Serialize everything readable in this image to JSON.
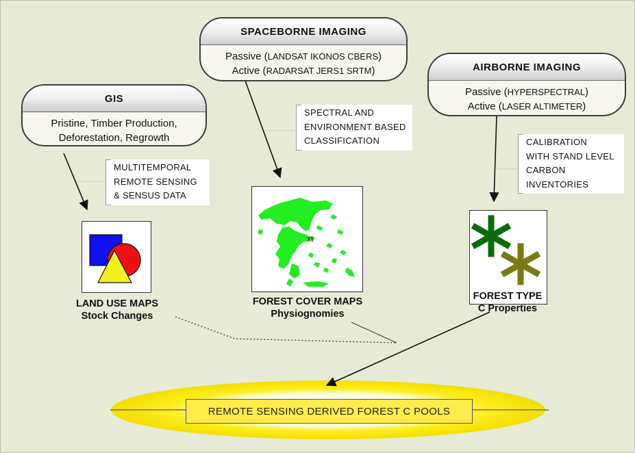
{
  "sources": [
    {
      "title": "GIS",
      "lines": [
        "Pristine, Timber Production,",
        "Deforestation, Regrowth"
      ]
    },
    {
      "title": "SPACEBORNE  IMAGING",
      "lines": [
        {
          "prefix": "Passive  (",
          "detail": "LANDSAT IKONOS CBERS",
          "suffix": ")"
        },
        {
          "prefix": "Active (",
          "detail": "RADARSAT JERS1 SRTM",
          "suffix": ")"
        }
      ]
    },
    {
      "title": "AIRBORNE  IMAGING",
      "lines": [
        {
          "prefix": "Passive (",
          "detail": "HYPERSPECTRAL",
          "suffix": ")"
        },
        {
          "prefix": "Active (",
          "detail": "LASER ALTIMETER",
          "suffix": ")"
        }
      ]
    }
  ],
  "notes": [
    [
      "MULTITEMPORAL",
      "REMOTE SENSING",
      "& SENSUS DATA"
    ],
    [
      "SPECTRAL AND",
      "ENVIRONMENT BASED",
      "CLASSIFICATION"
    ],
    [
      "CALIBRATION",
      "WITH STAND LEVEL",
      "CARBON",
      "INVENTORIES"
    ]
  ],
  "products": [
    {
      "title": "LAND USE MAPS",
      "subtitle": "Stock Changes"
    },
    {
      "title": "FOREST COVER MAPS",
      "subtitle": "Physiognomies"
    },
    {
      "title": "FOREST TYPE",
      "subtitle": "C Properties"
    }
  ],
  "map_label": "xt",
  "result": "REMOTE SENSING DERIVED FOREST C POOLS",
  "colors": {
    "background": "#e6ead6",
    "map_green": "#22ee22",
    "shape_blue": "#1010ee",
    "shape_red": "#ee1010",
    "shape_yellow": "#f2f21a",
    "asterisk_dark": "#0b6b0b",
    "asterisk_olive": "#7a7a10",
    "result_fill": "#ffec4a"
  },
  "icons": [
    "land-use-shapes-icon",
    "greece-map-icon",
    "asterisk-icon"
  ]
}
